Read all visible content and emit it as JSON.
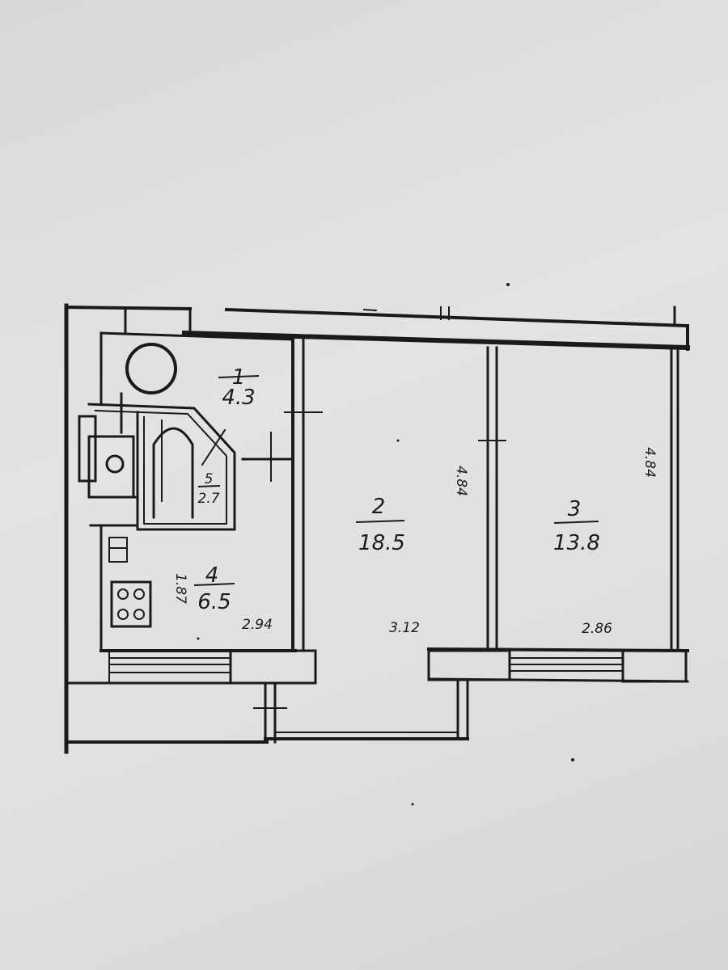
{
  "rooms": [
    {
      "number": "1",
      "area": "4.3"
    },
    {
      "number": "2",
      "area": "18.5"
    },
    {
      "number": "3",
      "area": "13.8"
    },
    {
      "number": "4",
      "area": "6.5"
    },
    {
      "number": "5",
      "area": "2.7"
    }
  ],
  "dimensions": {
    "room2_height": "4.84",
    "room3_height": "4.84",
    "room2_width": "3.12",
    "room3_width": "2.86",
    "kitchen_height": "1.87",
    "kitchen_width": "2.94"
  },
  "colors": {
    "ink": "#1a1a1a",
    "paper": "#e2e1df"
  }
}
